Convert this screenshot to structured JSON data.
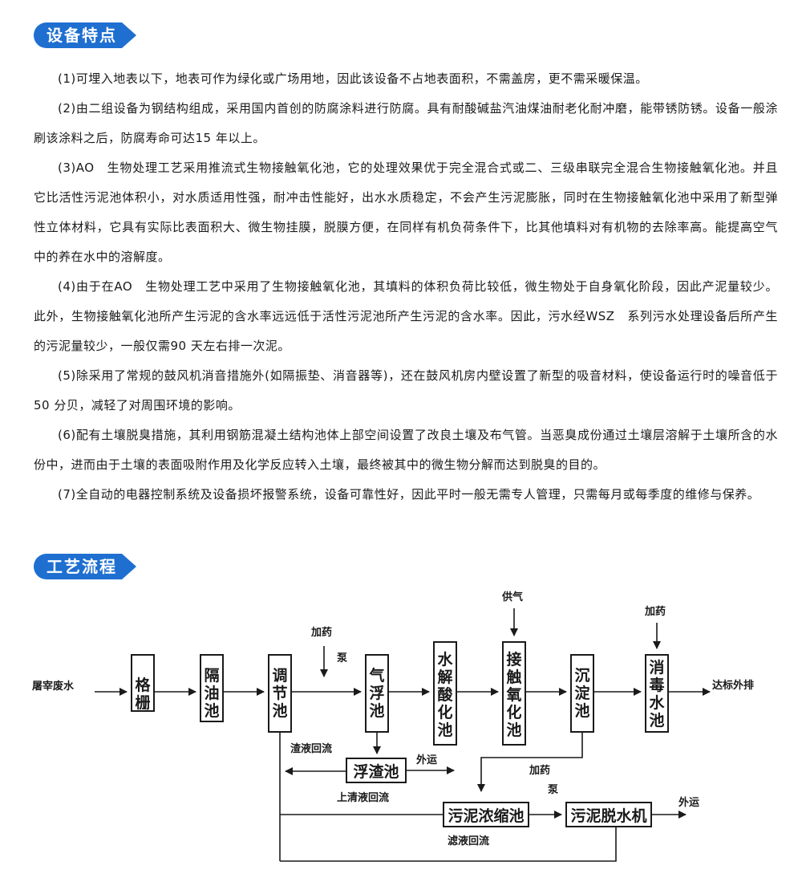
{
  "section1": {
    "title": "设备特点"
  },
  "features": [
    "(1)可埋入地表以下，地表可作为绿化或广场用地，因此该设备不占地表面积，不需盖房，更不需采暖保温。",
    "(2)由二组设备为钢结构组成，采用国内首创的防腐涂料进行防腐。具有耐酸碱盐汽油煤油耐老化耐冲磨，能带锈防锈。设备一般涂刷该涂料之后，防腐寿命可达15 年以上。",
    "(3)AO　生物处理工艺采用推流式生物接触氧化池，它的处理效果优于完全混合式或二、三级串联完全混合生物接触氧化池。并且它比活性污泥池体积小，对水质适用性强，耐冲击性能好，出水水质稳定，不会产生污泥膨胀，同时在生物接触氧化池中采用了新型弹性立体材料，它具有实际比表面积大、微生物挂膜，脱膜方便，在同样有机负荷条件下，比其他填料对有机物的去除率高。能提高空气中的养在水中的溶解度。",
    "(4)由于在AO　生物处理工艺中采用了生物接触氧化池，其填料的体积负荷比较低，微生物处于自身氧化阶段，因此产泥量较少。此外，生物接触氧化池所产生污泥的含水率远远低于活性污泥池所产生污泥的含水率。因此，污水经WSZ　系列污水处理设备后所产生的污泥量较少，一般仅需90 天左右排一次泥。",
    "(5)除采用了常规的鼓风机消音措施外(如隔振垫、消音器等)，还在鼓风机房内壁设置了新型的吸音材料，使设备运行时的噪音低于50 分贝，减轻了对周围环境的影响。",
    "(6)配有土壤脱臭措施，其利用钢筋混凝土结构池体上部空间设置了改良土壤及布气管。当恶臭成份通过土壤层溶解于土壤所含的水份中，进而由于土壤的表面吸附作用及化学反应转入土壤，最终被其中的微生物分解而达到脱臭的目的。",
    "(7)全自动的电器控制系统及设备损坏报警系统，设备可靠性好，因此平时一般无需专人管理，只需每月或每季度的维修与保养。"
  ],
  "section2": {
    "title": "工艺流程"
  },
  "flow": {
    "input": "屠宰废水",
    "output": "达标外排",
    "boxes": {
      "grille": "格栅",
      "oil_sep": "隔油池",
      "regulating": "调节池",
      "air_float": "气浮池",
      "hydrolysis": "水解酸化池",
      "contact_ox": "接触氧化池",
      "settling": "沉淀池",
      "disinfection": "消毒水池",
      "scum": "浮渣池",
      "thickener": "污泥浓缩池",
      "dewater": "污泥脱水机"
    },
    "labels": {
      "dose1": "加药",
      "pump1": "泵",
      "air": "供气",
      "dose2": "加药",
      "scum_return": "渣液回流",
      "scum_out": "外运",
      "supernatant_return": "上清液回流",
      "dose3": "加药",
      "pump2": "泵",
      "sludge_out": "外运",
      "filtrate_return": "滤液回流"
    }
  }
}
